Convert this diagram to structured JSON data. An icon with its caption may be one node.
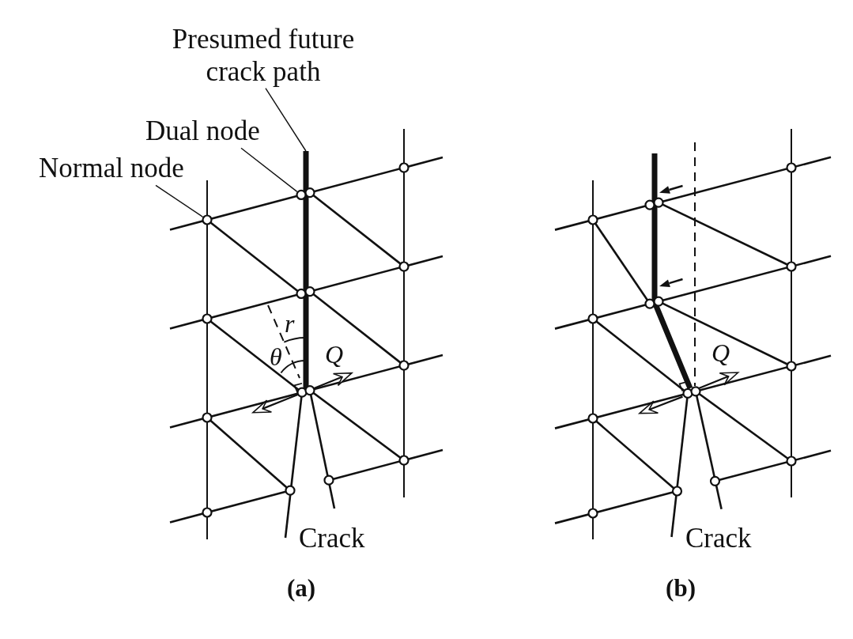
{
  "diagram": {
    "nodes": [
      {
        "text": [
          "Presumed future crack path"
        ]
      },
      {
        "text": [
          "Dual node"
        ]
      },
      {
        "text": [
          "Normal node"
        ]
      },
      {
        "text": [],
        "shape": "line"
      },
      {
        "text": [],
        "shape": "circle"
      },
      {
        "text": [],
        "shape": "circle"
      }
    ],
    "edges": [
      {
        "from": 0,
        "to": 3,
        "arrow": "none"
      },
      {
        "from": 1,
        "to": 4,
        "arrow": "none"
      },
      {
        "from": 2,
        "to": 5,
        "arrow": "none"
      }
    ],
    "labels": [
      "r",
      "θ",
      "Q",
      "Crack",
      "(a)",
      "Q",
      "Crack",
      "(b)"
    ]
  }
}
